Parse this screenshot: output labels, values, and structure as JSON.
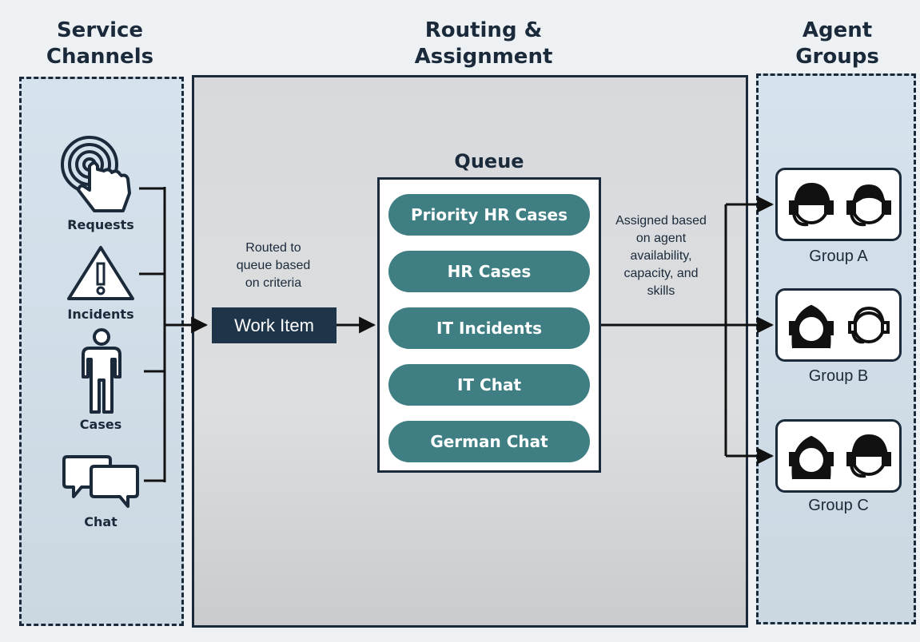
{
  "columns": {
    "service_channels": [
      "Service",
      "Channels"
    ],
    "routing": [
      "Routing &",
      "Assignment"
    ],
    "agent_groups": [
      "Agent",
      "Groups"
    ]
  },
  "channels": [
    {
      "label": "Requests",
      "icon": "touch-target-icon"
    },
    {
      "label": "Incidents",
      "icon": "warning-icon"
    },
    {
      "label": "Cases",
      "icon": "person-icon"
    },
    {
      "label": "Chat",
      "icon": "chat-bubbles-icon"
    }
  ],
  "routing_note": [
    "Routed to",
    "queue based",
    "on criteria"
  ],
  "work_item": "Work Item",
  "queue": {
    "title": "Queue",
    "items": [
      "Priority HR Cases",
      "HR Cases",
      "IT Incidents",
      "IT Chat",
      "German Chat"
    ]
  },
  "assign_note": [
    "Assigned based",
    "on agent",
    "availability,",
    "capacity, and",
    "skills"
  ],
  "groups": [
    {
      "label": "Group A"
    },
    {
      "label": "Group B"
    },
    {
      "label": "Group C"
    }
  ],
  "colors": {
    "navy": "#1d3449",
    "teal": "#3f7f84",
    "panel_blue": "#d6e3ee",
    "panel_gray": "#d7d9dc"
  }
}
